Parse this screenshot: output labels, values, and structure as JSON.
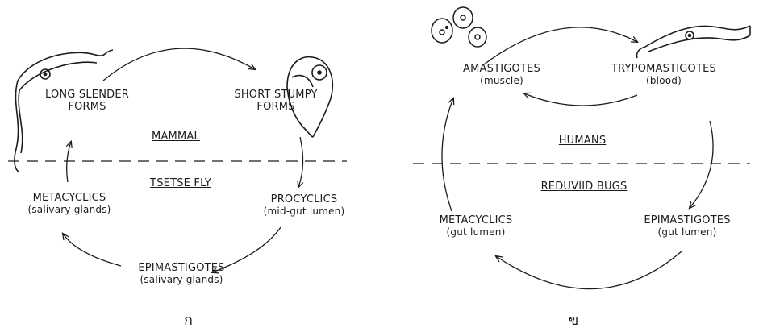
{
  "panel_a": {
    "long_slender": [
      "LONG SLENDER",
      "FORMS"
    ],
    "short_stumpy": [
      "SHORT STUMPY",
      "FORMS"
    ],
    "host_upper": "MAMMAL",
    "host_lower": "TSETSE FLY",
    "metacyclics": [
      "METACYCLICS",
      "(salivary glands)"
    ],
    "procyclics": [
      "PROCYCLICS",
      "(mid-gut lumen)"
    ],
    "epimastigotes": [
      "EPIMASTIGOTES",
      "(salivary glands)"
    ],
    "caption": "ก"
  },
  "panel_b": {
    "amastigotes": [
      "AMASTIGOTES",
      "(muscle)"
    ],
    "trypomastigotes": [
      "TRYPOMASTIGOTES",
      "(blood)"
    ],
    "host_upper": "HUMANS",
    "host_lower": "REDUVIID BUGS",
    "metacyclics": [
      "METACYCLICS",
      "(gut lumen)"
    ],
    "epimastigotes": [
      "EPIMASTIGOTES",
      "(gut lumen)"
    ],
    "caption": "ข"
  }
}
